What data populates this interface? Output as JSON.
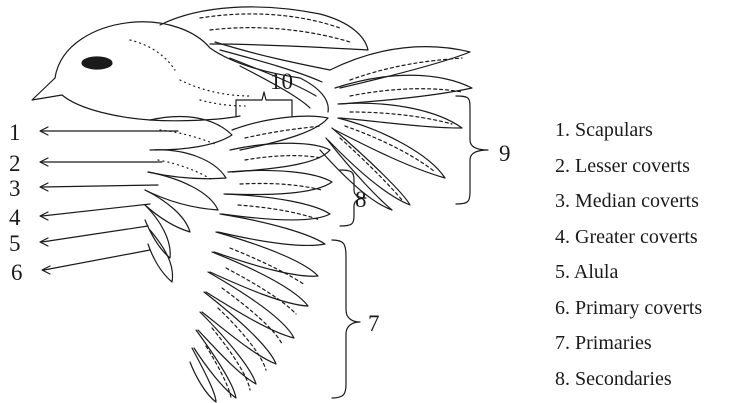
{
  "diagram": {
    "callouts": [
      "1",
      "2",
      "3",
      "4",
      "5",
      "6"
    ],
    "bracket_labels": {
      "primaries": "7",
      "secondaries": "8",
      "tail": "9",
      "tertials": "10"
    },
    "legend": [
      "1. Scapulars",
      "2. Lesser coverts",
      "3. Median coverts",
      "4. Greater coverts",
      "5. Alula",
      "6. Primary coverts",
      "7. Primaries",
      "8. Secondaries"
    ],
    "colors": {
      "ink": "#1a1a1a",
      "background": "#ffffff"
    }
  }
}
